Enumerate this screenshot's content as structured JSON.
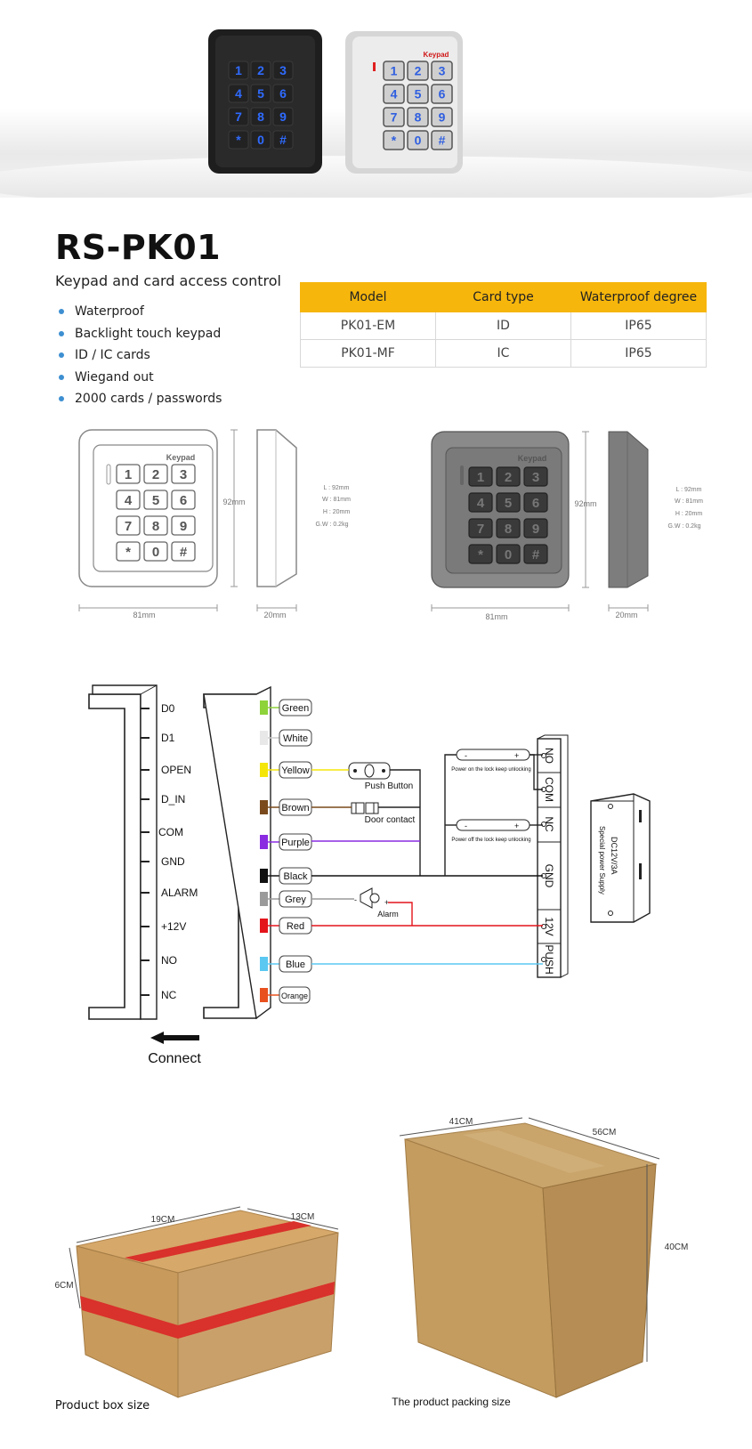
{
  "hero": {
    "black_keypad": {
      "brand": "",
      "keys": [
        "1",
        "2",
        "3",
        "4",
        "5",
        "6",
        "7",
        "8",
        "9",
        "*",
        "0",
        "#"
      ]
    },
    "white_keypad": {
      "brand": "Keypad",
      "keys": [
        "1",
        "2",
        "3",
        "4",
        "5",
        "6",
        "7",
        "8",
        "9",
        "*",
        "0",
        "#"
      ]
    }
  },
  "product": {
    "title": "RS-PK01",
    "subtitle": "Keypad and card access control",
    "features": [
      "Waterproof",
      "Backlight touch keypad",
      "ID / IC cards",
      "Wiegand out",
      "2000 cards / passwords"
    ]
  },
  "spec_table": {
    "headers": [
      "Model",
      "Card type",
      "Waterproof degree"
    ],
    "rows": [
      [
        "PK01-EM",
        "ID",
        "IP65"
      ],
      [
        "PK01-MF",
        "IC",
        "IP65"
      ]
    ]
  },
  "dimensions": {
    "brand": "Keypad",
    "keys": [
      "1",
      "2",
      "3",
      "4",
      "5",
      "6",
      "7",
      "8",
      "9",
      "*",
      "0",
      "#"
    ],
    "height_label": "92mm",
    "width_label": "81mm",
    "depth_label": "20mm",
    "specs": [
      "L : 92mm",
      "W : 81mm",
      "H : 20mm",
      "G.W : 0.2kg"
    ]
  },
  "wiring": {
    "terminals": [
      "D0",
      "D1",
      "OPEN",
      "D_IN",
      "COM",
      "GND",
      "ALARM",
      "+12V",
      "NO",
      "NC"
    ],
    "wires": [
      {
        "label": "Green",
        "color": "#8ed33a"
      },
      {
        "label": "White",
        "color": "#e8e8e8"
      },
      {
        "label": "Yellow",
        "color": "#f5e60a"
      },
      {
        "label": "Brown",
        "color": "#7a4a1c"
      },
      {
        "label": "Purple",
        "color": "#8a2be2"
      },
      {
        "label": "Black",
        "color": "#111111"
      },
      {
        "label": "Grey",
        "color": "#9a9a9a"
      },
      {
        "label": "Red",
        "color": "#e4141b"
      },
      {
        "label": "Blue",
        "color": "#5bc8f2"
      },
      {
        "label": "Orange",
        "color": "#e8501e"
      }
    ],
    "push_button": "Push Button",
    "door_contact": "Door contact",
    "alarm": "Alarm",
    "lock_on": "Power on the lock keep unlocking",
    "lock_off": "Power off the lock keep unlocking",
    "power_terminals": [
      "NO",
      "COM",
      "NC",
      "GND",
      "12V",
      "PUSH"
    ],
    "power_supply": [
      "DC12V/3A",
      "Special power Supply"
    ],
    "connect": "Connect",
    "minus": "-",
    "plus": "+"
  },
  "boxes": {
    "product_box": {
      "length": "19CM",
      "width": "13CM",
      "height": "6CM",
      "caption": "Product box size"
    },
    "packing_box": {
      "length": "41CM",
      "width": "56CM",
      "height": "40CM",
      "caption": "The product packing size"
    }
  }
}
